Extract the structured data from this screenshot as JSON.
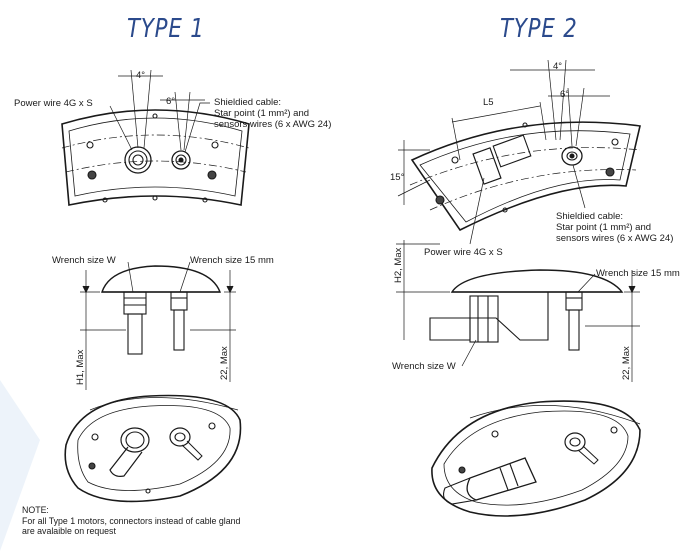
{
  "titles": {
    "type1": "TYPE 1",
    "type2": "TYPE 2"
  },
  "type1": {
    "angle_4": "4°",
    "angle_6": "6°",
    "power_wire": "Power wire 4G x S",
    "shield_line1": "Shieldied cable:",
    "shield_line2": "Star point (1 mm²) and",
    "shield_line3": "sensors wires (6 x AWG 24)",
    "wrench_w": "Wrench size W",
    "wrench_15": "Wrench size 15 mm",
    "h1_max": "H1, Max",
    "dim_22": "22, Max"
  },
  "type2": {
    "angle_4": "4°",
    "angle_6": "6°",
    "l5": "L5",
    "angle_15": "15°",
    "power_wire": "Power wire 4G x S",
    "shield_line1": "Shieldied cable:",
    "shield_line2": "Star point (1 mm²) and",
    "shield_line3": "sensors wires (6 x AWG 24)",
    "h2_max": "H2, Max",
    "wrench_15": "Wrench size 15 mm",
    "wrench_w": "Wrench size W",
    "dim_22": "22, Max"
  },
  "note": {
    "line1": "NOTE:",
    "line2": "For all Type 1 motors, connectors instead of cable gland",
    "line3": "are avalaible on request"
  },
  "colors": {
    "title": "#2b4a8c",
    "line": "#1a1a1a",
    "accent": "#dde8f4"
  }
}
